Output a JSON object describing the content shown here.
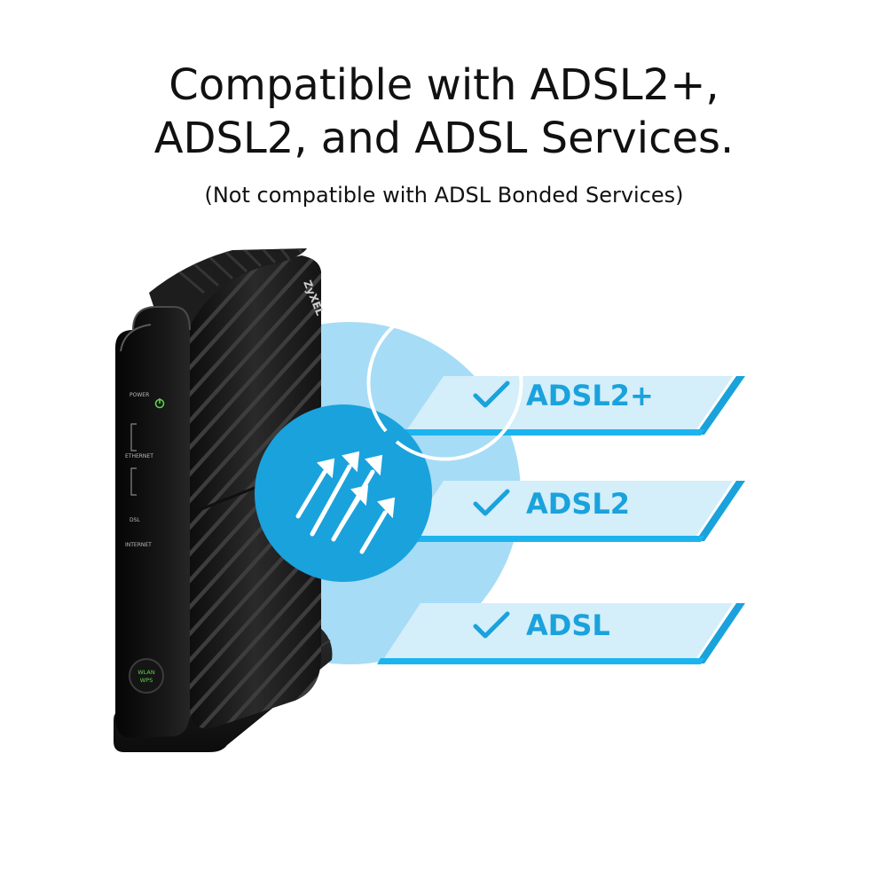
{
  "header": {
    "title_line1": "Compatible with ADSL2+,",
    "title_line2": "ADSL2, and ADSL Services.",
    "subtitle": "(Not compatible with ADSL Bonded Services)"
  },
  "device": {
    "brand": "ZyXEL",
    "led_labels": {
      "power": "POWER",
      "ethernet": "ETHERNET",
      "dsl": "DSL",
      "internet": "INTERNET"
    },
    "button_line1": "WLAN",
    "button_line2": "WPS"
  },
  "services": [
    {
      "label": "ADSL2+",
      "icon": "check-icon"
    },
    {
      "label": "ADSL2",
      "icon": "check-icon"
    },
    {
      "label": "ADSL",
      "icon": "check-icon"
    }
  ],
  "badge_icon": "upload-arrows-icon",
  "colors": {
    "accent": "#1aa2dc",
    "accent_bright": "#1cb4ee",
    "band_light": "#d4eefa",
    "circle_light": "#a6dcf6",
    "device_body": "#1c1c1c",
    "text": "#111111"
  }
}
